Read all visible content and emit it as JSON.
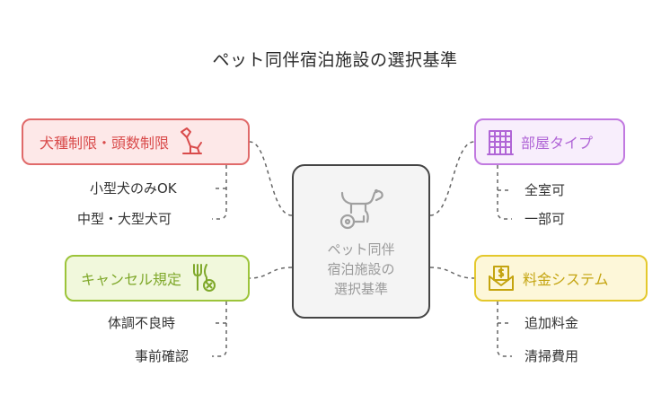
{
  "title": "ペット同伴宿泊施設の選択基準",
  "center": {
    "lines": [
      "ペット同伴",
      "宿泊施設の",
      "選択基準"
    ],
    "icon": "dog-wheelchair-icon"
  },
  "branches": {
    "breed_limits": {
      "label": "犬種制限・頭数制限",
      "icon": "dog-sitting-icon",
      "color": "#e06a6a",
      "items": [
        "小型犬のみOK",
        "中型・大型犬可"
      ]
    },
    "cancel_policy": {
      "label": "キャンセル規定",
      "icon": "fork-cancel-icon",
      "color": "#9cc43a",
      "items": [
        "体調不良時",
        "事前確認"
      ]
    },
    "room_type": {
      "label": "部屋タイプ",
      "icon": "building-icon",
      "color": "#c179e0",
      "items": [
        "全室可",
        "一部可"
      ]
    },
    "fee_system": {
      "label": "料金システム",
      "icon": "money-envelope-icon",
      "color": "#e4c82c",
      "items": [
        "追加料金",
        "清掃費用"
      ]
    }
  }
}
